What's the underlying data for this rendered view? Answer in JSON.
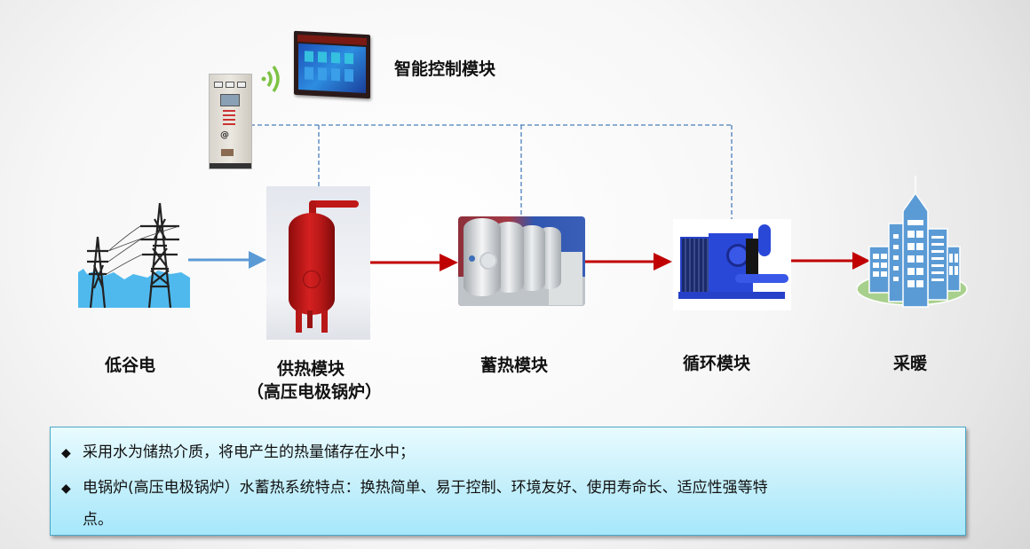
{
  "diagram": {
    "title_control": "智能控制模块",
    "nodes": [
      {
        "id": "power",
        "label": "低谷电",
        "icon": "power-tower-icon"
      },
      {
        "id": "boiler",
        "label": "供热模块",
        "sublabel": "（高压电极锅炉）",
        "icon": "electrode-boiler-icon"
      },
      {
        "id": "storage",
        "label": "蓄热模块",
        "icon": "storage-tanks-icon"
      },
      {
        "id": "circulation",
        "label": "循环模块",
        "icon": "heat-exchanger-icon"
      },
      {
        "id": "heating",
        "label": "采暖",
        "icon": "buildings-icon"
      }
    ],
    "edges": [
      {
        "from": "power",
        "to": "boiler",
        "color": "#5b9bd5"
      },
      {
        "from": "boiler",
        "to": "storage",
        "color": "#c00000"
      },
      {
        "from": "storage",
        "to": "circulation",
        "color": "#c00000"
      },
      {
        "from": "circulation",
        "to": "heating",
        "color": "#c00000"
      }
    ],
    "control_links": [
      "boiler",
      "storage",
      "circulation"
    ],
    "control_line_color": "#4a7ebb",
    "wireless_color": "#7dc243"
  },
  "notes": {
    "bullets": [
      {
        "line1": "采用水为储热介质，将电产生的热量储存在水中；"
      },
      {
        "line1": "电锅炉(高压电极锅炉）水蓄热系统特点：换热简单、易于控制、环境友好、使用寿命长、适应性强等特",
        "line2": "点。"
      }
    ]
  }
}
